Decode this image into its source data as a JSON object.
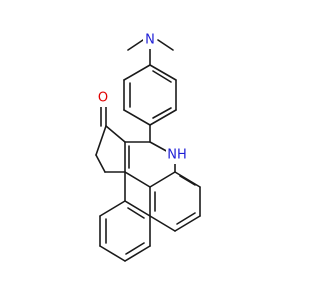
{
  "molecule": {
    "atom_labels": {
      "amine_n": "N",
      "oxygen": "O",
      "ring_nh": "NH"
    },
    "colors": {
      "bond": "#1a1a1a",
      "nitrogen": "#1f1fd6",
      "oxygen": "#e00000",
      "background": "#ffffff"
    }
  }
}
